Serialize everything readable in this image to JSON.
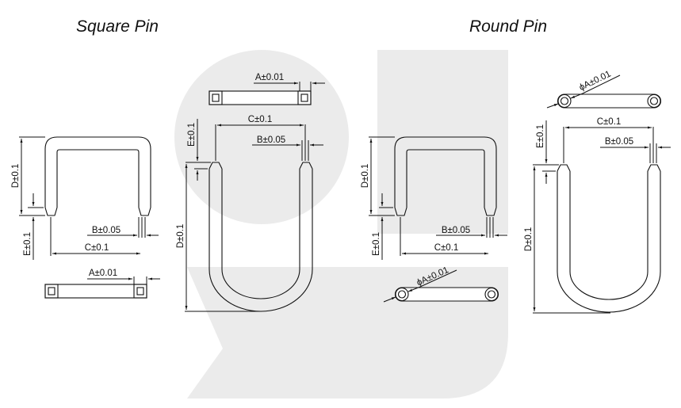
{
  "titles": {
    "square": "Square Pin",
    "round": "Round Pin"
  },
  "colors": {
    "watermark": "#ebebeb",
    "line": "#111111",
    "background": "#ffffff"
  },
  "square_pin": {
    "side_view": {
      "d": "D±0.1",
      "e": "E±0.1",
      "b": "B±0.05",
      "c": "C±0.1"
    },
    "top_view": {
      "a": "A±0.01"
    }
  },
  "square_pin_long": {
    "top_view": {
      "a": "A±0.01"
    },
    "side_view": {
      "c": "C±0.1",
      "b": "B±0.05",
      "e": "E±0.1",
      "d": "D±0.1"
    }
  },
  "round_pin": {
    "side_view": {
      "d": "D±0.1",
      "e": "E±0.1",
      "b": "B±0.05",
      "c": "C±0.1"
    },
    "top_view": {
      "a": "ϕA±0.01"
    }
  },
  "round_pin_long": {
    "top_view": {
      "a": "ϕA±0.01"
    },
    "side_view": {
      "c": "C±0.1",
      "b": "B±0.05",
      "e": "E±0.1",
      "d": "D±0.1"
    }
  }
}
